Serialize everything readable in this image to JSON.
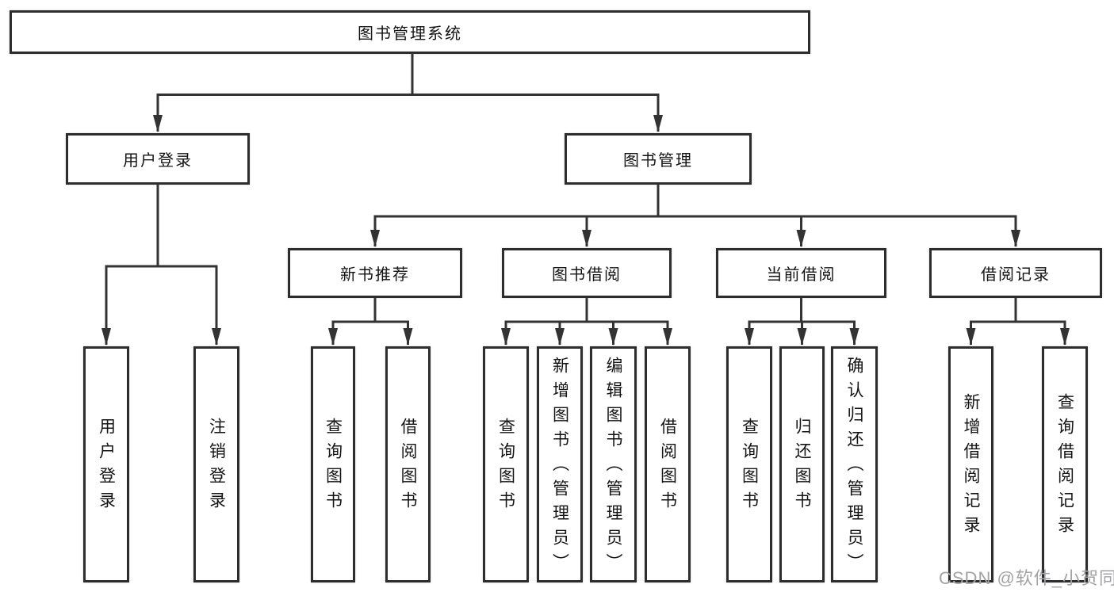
{
  "diagram_title": "图书管理系统",
  "nodes": {
    "root": "图书管理系统",
    "user_login": "用户登录",
    "book_mgmt": "图书管理",
    "new_book_rec": "新书推荐",
    "book_borrow": "图书借阅",
    "current_borrow": "当前借阅",
    "borrow_records": "借阅记录",
    "leaf_user_login": "用户登录",
    "leaf_logout": "注销登录",
    "leaf_query_book_1": "查询图书",
    "leaf_borrow_book_1": "借阅图书",
    "leaf_query_book_2": "查询图书",
    "leaf_add_book": "新增图书（管理员）",
    "leaf_edit_book": "编辑图书（管理员）",
    "leaf_borrow_book_2": "借阅图书",
    "leaf_query_book_3": "查询图书",
    "leaf_return_book": "归还图书",
    "leaf_confirm_return": "确认归还（管理员）",
    "leaf_add_borrow_record": "新增借阅记录",
    "leaf_query_borrow_record": "查询借阅记录"
  },
  "hierarchy": {
    "图书管理系统": {
      "用户登录": [
        "用户登录",
        "注销登录"
      ],
      "图书管理": {
        "新书推荐": [
          "查询图书",
          "借阅图书"
        ],
        "图书借阅": [
          "查询图书",
          "新增图书（管理员）",
          "编辑图书（管理员）",
          "借阅图书"
        ],
        "当前借阅": [
          "查询图书",
          "归还图书",
          "确认归还（管理员）"
        ],
        "借阅记录": [
          "新增借阅记录",
          "查询借阅记录"
        ]
      }
    }
  },
  "watermark": "CSDN @软件_小贺同学",
  "colors": {
    "line": "#333333",
    "node_border": "#2d2d2d",
    "node_text": "#141414",
    "background": "#ffffff",
    "watermark_text": "#a3a3a5"
  }
}
